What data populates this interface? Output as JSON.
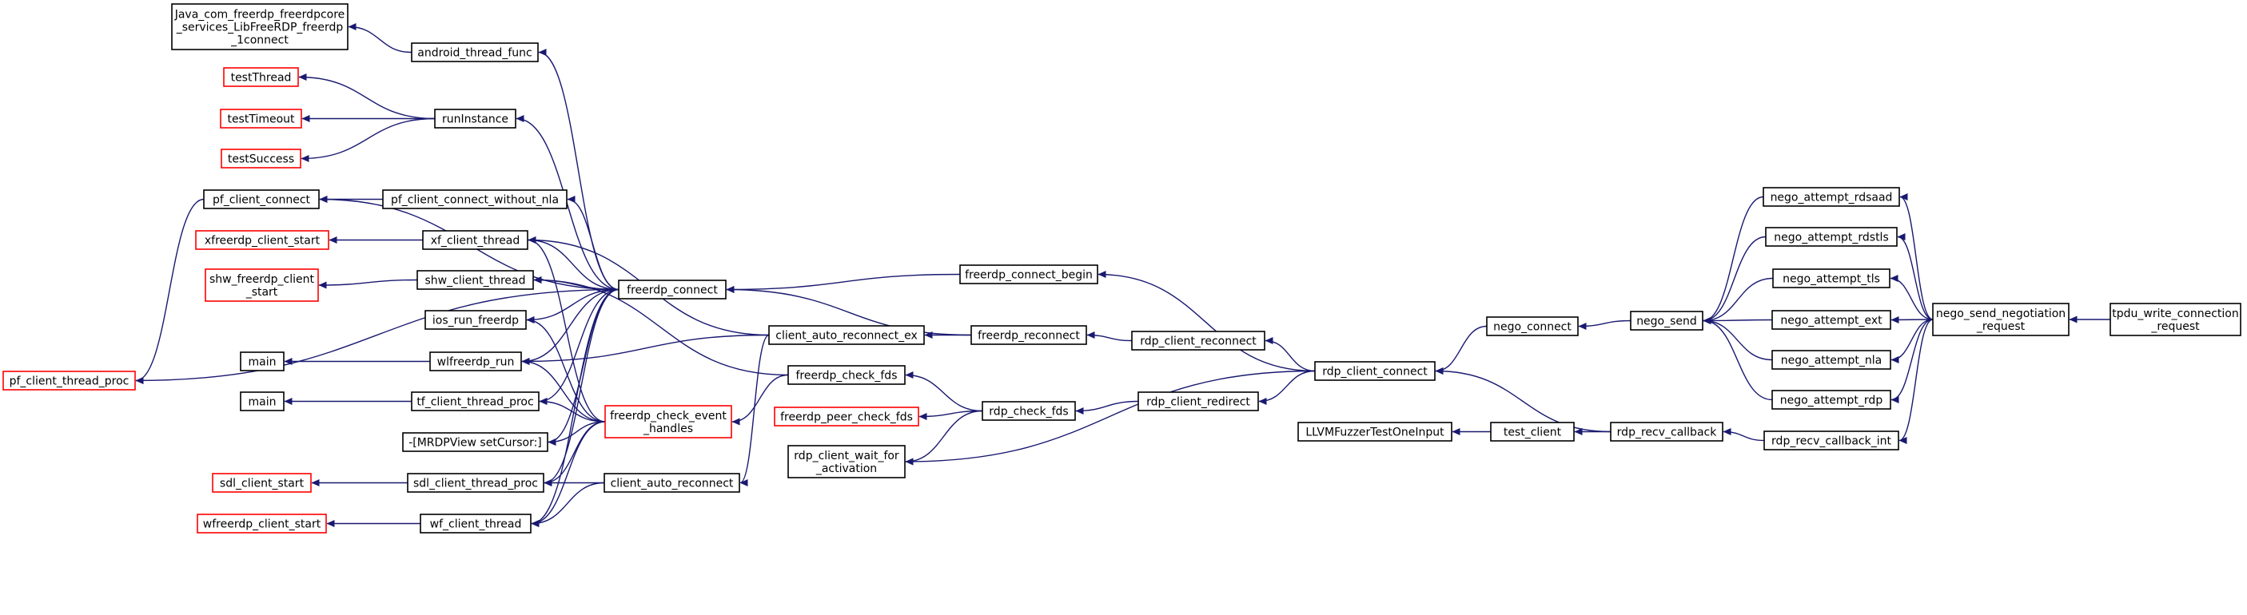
{
  "graph": {
    "colors": {
      "edge": "#191970",
      "normal_border": "#000000",
      "red_border": "#ff0000",
      "focus_fill": "#bfbfbf"
    },
    "nodes": [
      {
        "id": "java_connect",
        "lines": [
          "Java_com_freerdp_freerdpcore",
          "_services_LibFreeRDP_freerdp",
          "_1connect"
        ],
        "style": "normal"
      },
      {
        "id": "android_thread_func",
        "lines": [
          "android_thread_func"
        ],
        "style": "normal"
      },
      {
        "id": "testThread",
        "lines": [
          "testThread"
        ],
        "style": "red"
      },
      {
        "id": "testTimeout",
        "lines": [
          "testTimeout"
        ],
        "style": "red"
      },
      {
        "id": "testSuccess",
        "lines": [
          "testSuccess"
        ],
        "style": "red"
      },
      {
        "id": "runInstance",
        "lines": [
          "runInstance"
        ],
        "style": "normal"
      },
      {
        "id": "pf_client_connect",
        "lines": [
          "pf_client_connect"
        ],
        "style": "normal"
      },
      {
        "id": "pf_client_connect_without_nla",
        "lines": [
          "pf_client_connect_without_nla"
        ],
        "style": "normal"
      },
      {
        "id": "xfreerdp_client_start",
        "lines": [
          "xfreerdp_client_start"
        ],
        "style": "red"
      },
      {
        "id": "xf_client_thread",
        "lines": [
          "xf_client_thread"
        ],
        "style": "normal"
      },
      {
        "id": "shw_freerdp_client_start",
        "lines": [
          "shw_freerdp_client",
          "_start"
        ],
        "style": "red"
      },
      {
        "id": "shw_client_thread",
        "lines": [
          "shw_client_thread"
        ],
        "style": "normal"
      },
      {
        "id": "ios_run_freerdp",
        "lines": [
          "ios_run_freerdp"
        ],
        "style": "normal"
      },
      {
        "id": "main1",
        "lines": [
          "main"
        ],
        "style": "normal"
      },
      {
        "id": "wlfreerdp_run",
        "lines": [
          "wlfreerdp_run"
        ],
        "style": "normal"
      },
      {
        "id": "main2",
        "lines": [
          "main"
        ],
        "style": "normal"
      },
      {
        "id": "tf_client_thread_proc",
        "lines": [
          "tf_client_thread_proc"
        ],
        "style": "normal"
      },
      {
        "id": "mrdpview",
        "lines": [
          "-[MRDPView setCursor:]"
        ],
        "style": "normal"
      },
      {
        "id": "sdl_client_start",
        "lines": [
          "sdl_client_start"
        ],
        "style": "red"
      },
      {
        "id": "sdl_client_thread_proc",
        "lines": [
          "sdl_client_thread_proc"
        ],
        "style": "normal"
      },
      {
        "id": "wfreerdp_client_start",
        "lines": [
          "wfreerdp_client_start"
        ],
        "style": "red"
      },
      {
        "id": "wf_client_thread",
        "lines": [
          "wf_client_thread"
        ],
        "style": "normal"
      },
      {
        "id": "pf_client_thread_proc",
        "lines": [
          "pf_client_thread_proc"
        ],
        "style": "red"
      },
      {
        "id": "freerdp_connect",
        "lines": [
          "freerdp_connect"
        ],
        "style": "normal"
      },
      {
        "id": "freerdp_check_event_handles",
        "lines": [
          "freerdp_check_event",
          "_handles"
        ],
        "style": "red"
      },
      {
        "id": "client_auto_reconnect_ex",
        "lines": [
          "client_auto_reconnect_ex"
        ],
        "style": "normal"
      },
      {
        "id": "client_auto_reconnect",
        "lines": [
          "client_auto_reconnect"
        ],
        "style": "normal"
      },
      {
        "id": "freerdp_check_fds",
        "lines": [
          "freerdp_check_fds"
        ],
        "style": "normal"
      },
      {
        "id": "freerdp_peer_check_fds",
        "lines": [
          "freerdp_peer_check_fds"
        ],
        "style": "red"
      },
      {
        "id": "rdp_client_wait_for_activation",
        "lines": [
          "rdp_client_wait_for",
          "_activation"
        ],
        "style": "normal"
      },
      {
        "id": "freerdp_connect_begin",
        "lines": [
          "freerdp_connect_begin"
        ],
        "style": "normal"
      },
      {
        "id": "freerdp_reconnect",
        "lines": [
          "freerdp_reconnect"
        ],
        "style": "normal"
      },
      {
        "id": "rdp_check_fds",
        "lines": [
          "rdp_check_fds"
        ],
        "style": "normal"
      },
      {
        "id": "rdp_client_reconnect",
        "lines": [
          "rdp_client_reconnect"
        ],
        "style": "normal"
      },
      {
        "id": "rdp_client_redirect",
        "lines": [
          "rdp_client_redirect"
        ],
        "style": "normal"
      },
      {
        "id": "rdp_client_connect",
        "lines": [
          "rdp_client_connect"
        ],
        "style": "normal"
      },
      {
        "id": "llvmfuzzer",
        "lines": [
          "LLVMFuzzerTestOneInput"
        ],
        "style": "normal"
      },
      {
        "id": "test_client",
        "lines": [
          "test_client"
        ],
        "style": "normal"
      },
      {
        "id": "nego_connect",
        "lines": [
          "nego_connect"
        ],
        "style": "normal"
      },
      {
        "id": "rdp_recv_callback",
        "lines": [
          "rdp_recv_callback"
        ],
        "style": "normal"
      },
      {
        "id": "nego_send",
        "lines": [
          "nego_send"
        ],
        "style": "normal"
      },
      {
        "id": "rdp_recv_callback_int",
        "lines": [
          "rdp_recv_callback_int"
        ],
        "style": "normal"
      },
      {
        "id": "nego_attempt_rdsaad",
        "lines": [
          "nego_attempt_rdsaad"
        ],
        "style": "normal"
      },
      {
        "id": "nego_attempt_rdstls",
        "lines": [
          "nego_attempt_rdstls"
        ],
        "style": "normal"
      },
      {
        "id": "nego_attempt_tls",
        "lines": [
          "nego_attempt_tls"
        ],
        "style": "normal"
      },
      {
        "id": "nego_attempt_ext",
        "lines": [
          "nego_attempt_ext"
        ],
        "style": "normal"
      },
      {
        "id": "nego_attempt_nla",
        "lines": [
          "nego_attempt_nla"
        ],
        "style": "normal"
      },
      {
        "id": "nego_attempt_rdp",
        "lines": [
          "nego_attempt_rdp"
        ],
        "style": "normal"
      },
      {
        "id": "nego_send_negotiation_request",
        "lines": [
          "nego_send_negotiation",
          "_request"
        ],
        "style": "normal"
      },
      {
        "id": "tpdu_write_connection_request",
        "lines": [
          "tpdu_write_connection",
          "_request"
        ],
        "style": "focus"
      }
    ]
  }
}
